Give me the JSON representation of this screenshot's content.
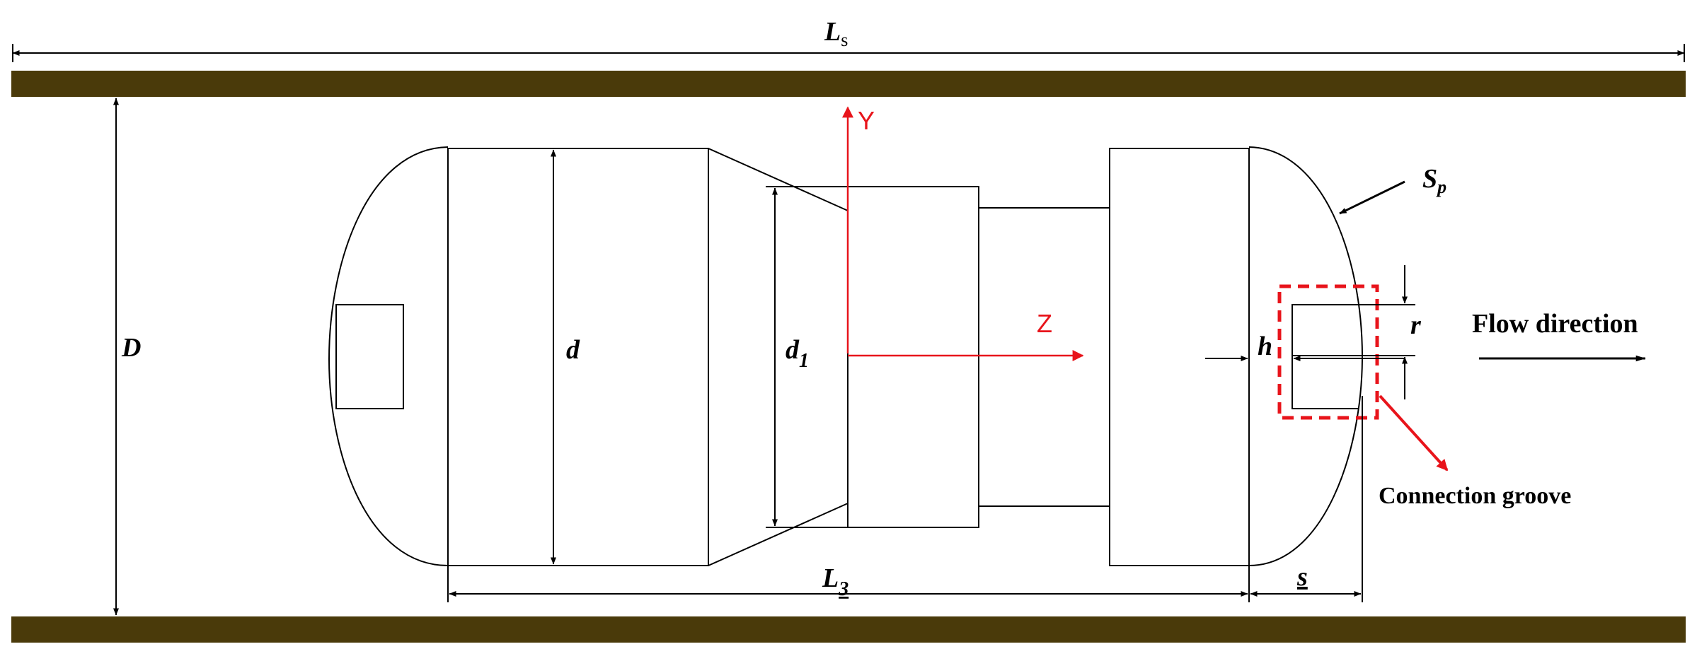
{
  "colors": {
    "pipe_wall": "#4a3a0a",
    "axis": "#e8141b",
    "line": "#000000",
    "highlight": "#e8141b"
  },
  "labels": {
    "Ls": {
      "main": "L",
      "sub": "s"
    },
    "L3": {
      "main": "L",
      "sub": "3"
    },
    "D": "D",
    "d": "d",
    "d1": {
      "main": "d",
      "sub": "1"
    },
    "h": "h",
    "r": "r",
    "s": "s",
    "Sp": {
      "main": "S",
      "sub": "p"
    },
    "axis_y": "Y",
    "axis_z": "Z",
    "flow_direction": "Flow direction",
    "connection_groove": "Connection groove"
  }
}
